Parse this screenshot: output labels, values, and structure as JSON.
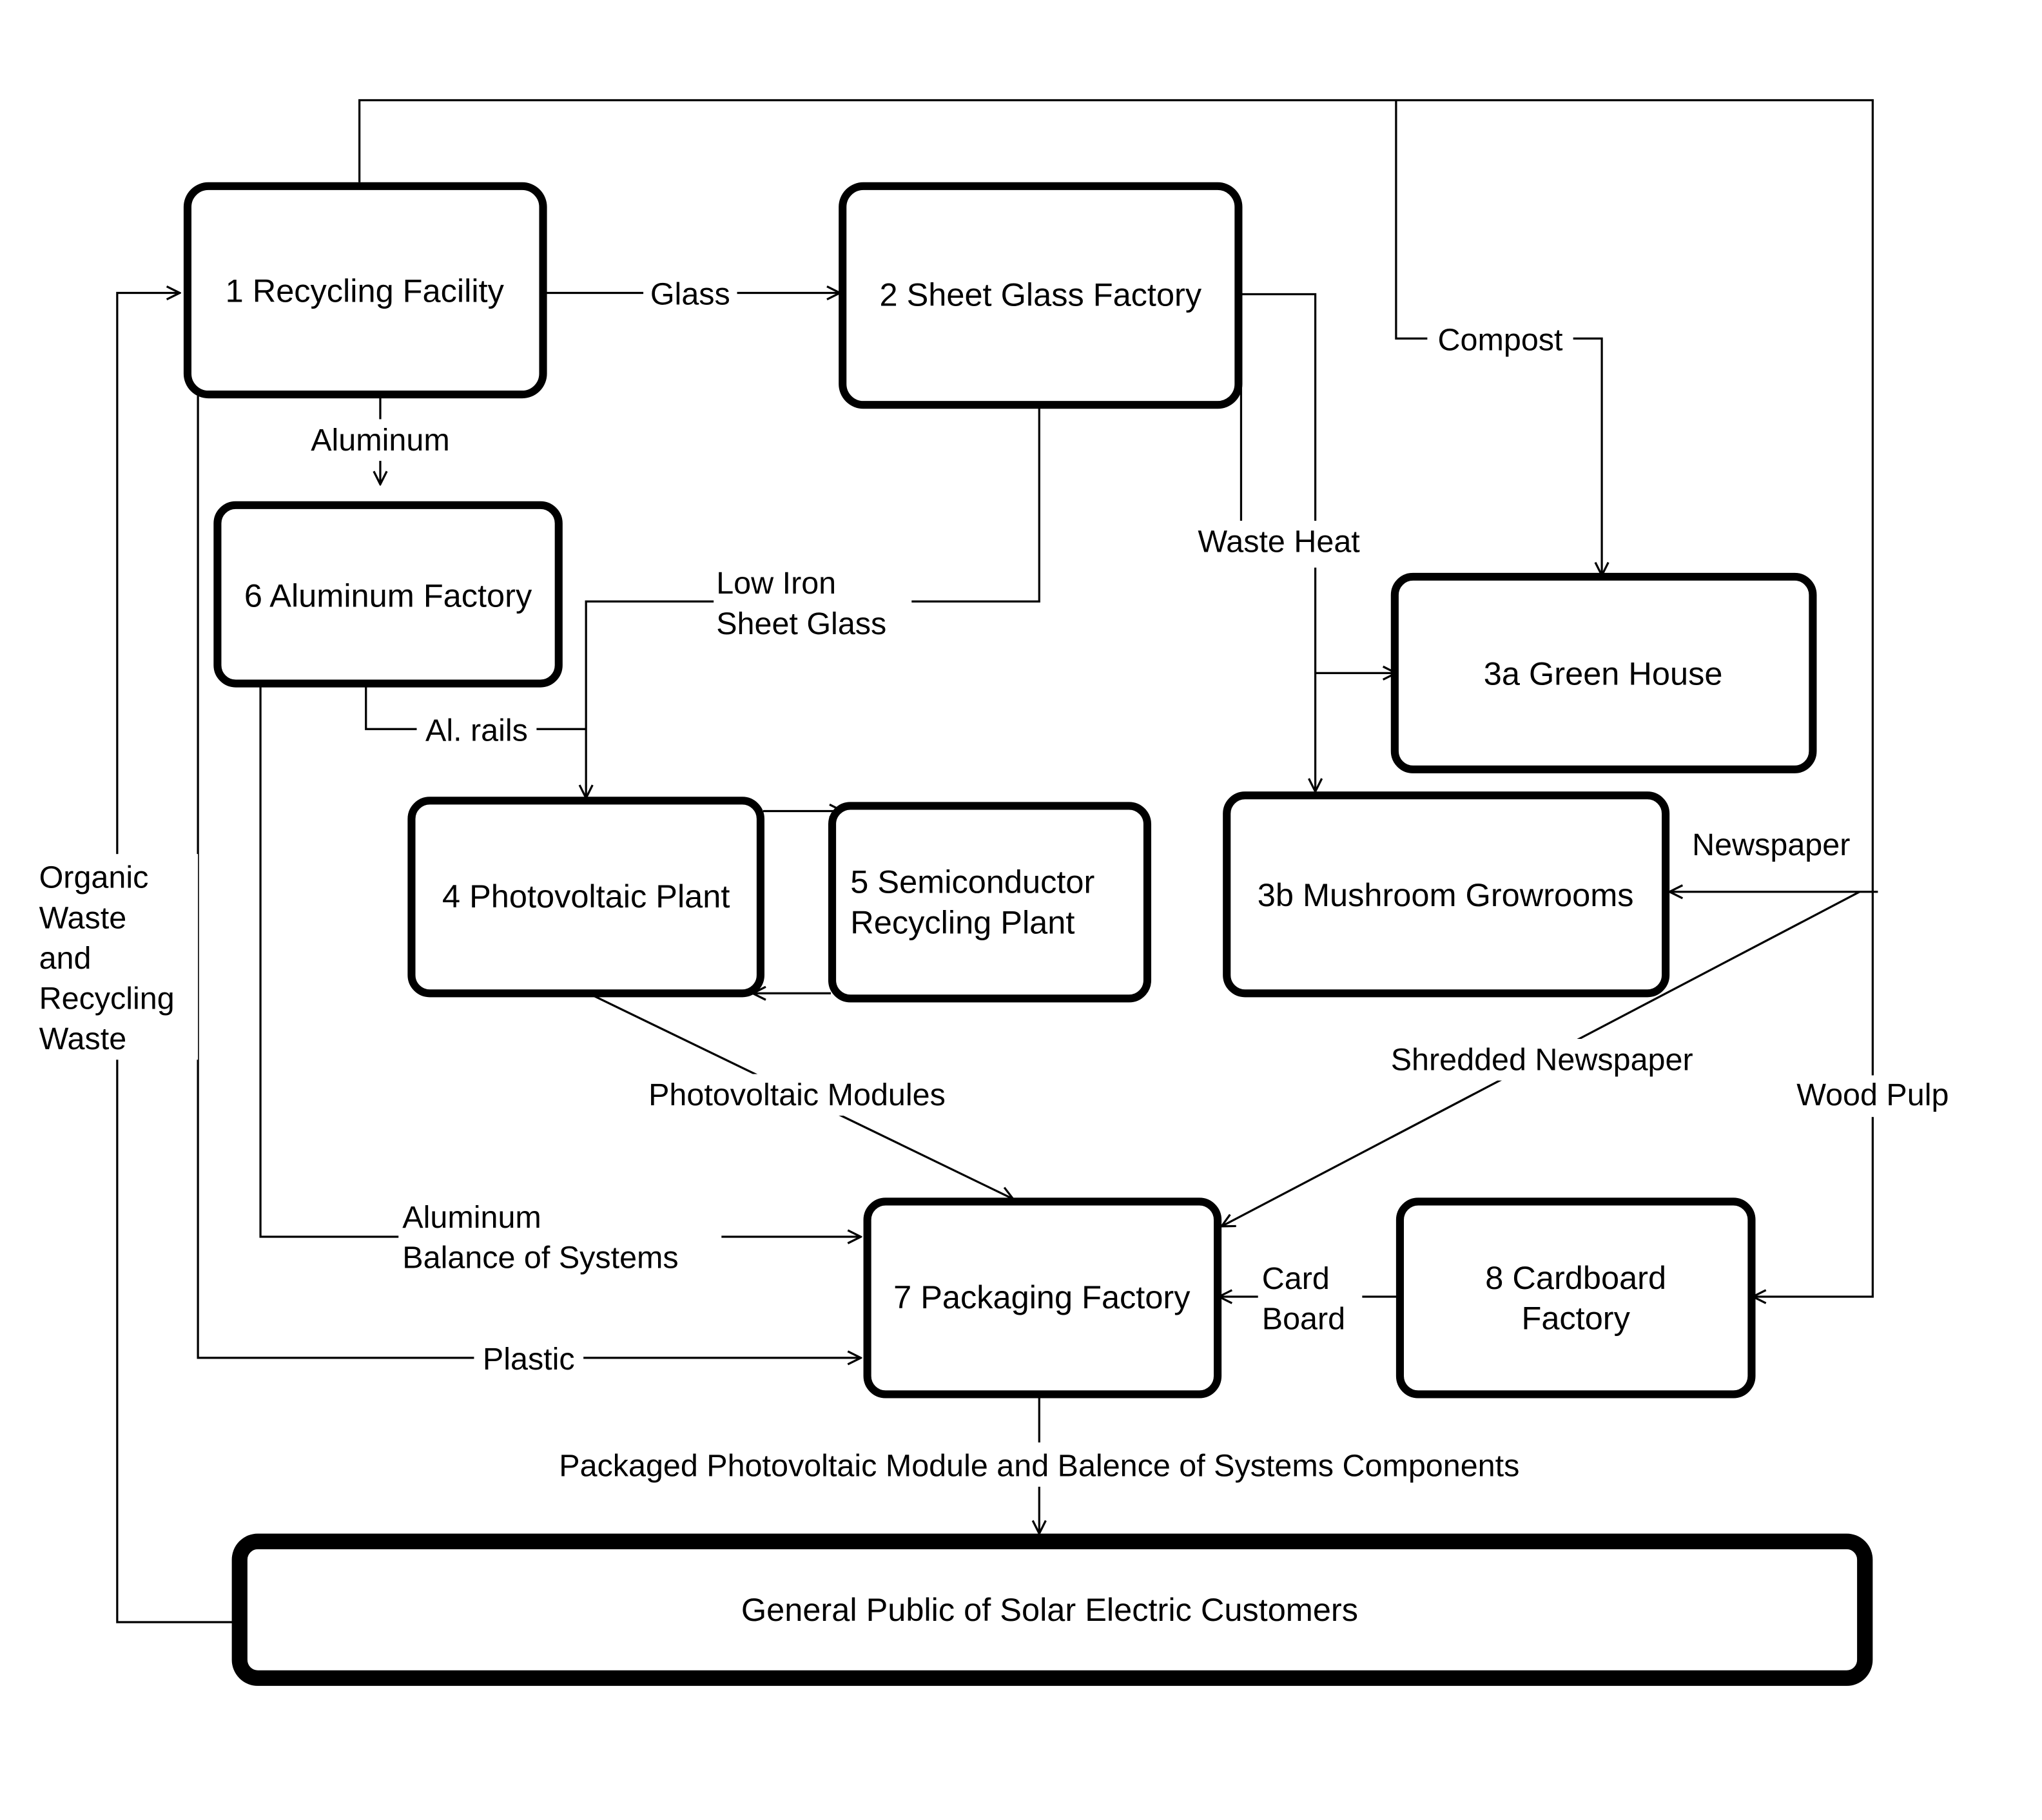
{
  "diagram": {
    "nodes": {
      "recycling": {
        "lines": [
          "1 Recycling Facility"
        ]
      },
      "sheet_glass": {
        "lines": [
          "2 Sheet Glass Factory"
        ]
      },
      "green_house": {
        "lines": [
          "3a Green House"
        ]
      },
      "mushroom": {
        "lines": [
          "3b Mushroom Growrooms"
        ]
      },
      "photovoltaic": {
        "lines": [
          "4 Photovoltaic Plant"
        ]
      },
      "semiconductor": {
        "lines": [
          "5 Semiconductor",
          "Recycling Plant"
        ]
      },
      "aluminum": {
        "lines": [
          "6 Aluminum Factory"
        ]
      },
      "packaging": {
        "lines": [
          "7 Packaging Factory"
        ]
      },
      "cardboard": {
        "lines": [
          "8 Cardboard",
          "Factory"
        ]
      },
      "public": {
        "lines": [
          "General Public of Solar Electric Customers"
        ]
      }
    },
    "edges": {
      "glass": {
        "lines": [
          "Glass"
        ]
      },
      "aluminum": {
        "lines": [
          "Aluminum"
        ]
      },
      "low_iron": {
        "lines": [
          "Low Iron",
          "Sheet Glass"
        ]
      },
      "al_rails": {
        "lines": [
          "Al. rails"
        ]
      },
      "waste_heat": {
        "lines": [
          "Waste Heat"
        ]
      },
      "compost": {
        "lines": [
          "Compost"
        ]
      },
      "newspaper": {
        "lines": [
          "Newspaper"
        ]
      },
      "shredded": {
        "lines": [
          "Shredded Newspaper"
        ]
      },
      "wood_pulp": {
        "lines": [
          "Wood Pulp"
        ]
      },
      "pv_modules": {
        "lines": [
          "Photovoltaic Modules"
        ]
      },
      "al_bos": {
        "lines": [
          "Aluminum",
          "Balance of Systems"
        ]
      },
      "plastic": {
        "lines": [
          "Plastic"
        ]
      },
      "card_board": {
        "lines": [
          "Card",
          "Board"
        ]
      },
      "packaged": {
        "lines": [
          "Packaged Photovoltaic Module and Balence of Systems Components"
        ]
      },
      "organic": {
        "lines": [
          "Organic",
          "Waste",
          "and",
          "Recycling",
          "Waste"
        ]
      }
    }
  }
}
